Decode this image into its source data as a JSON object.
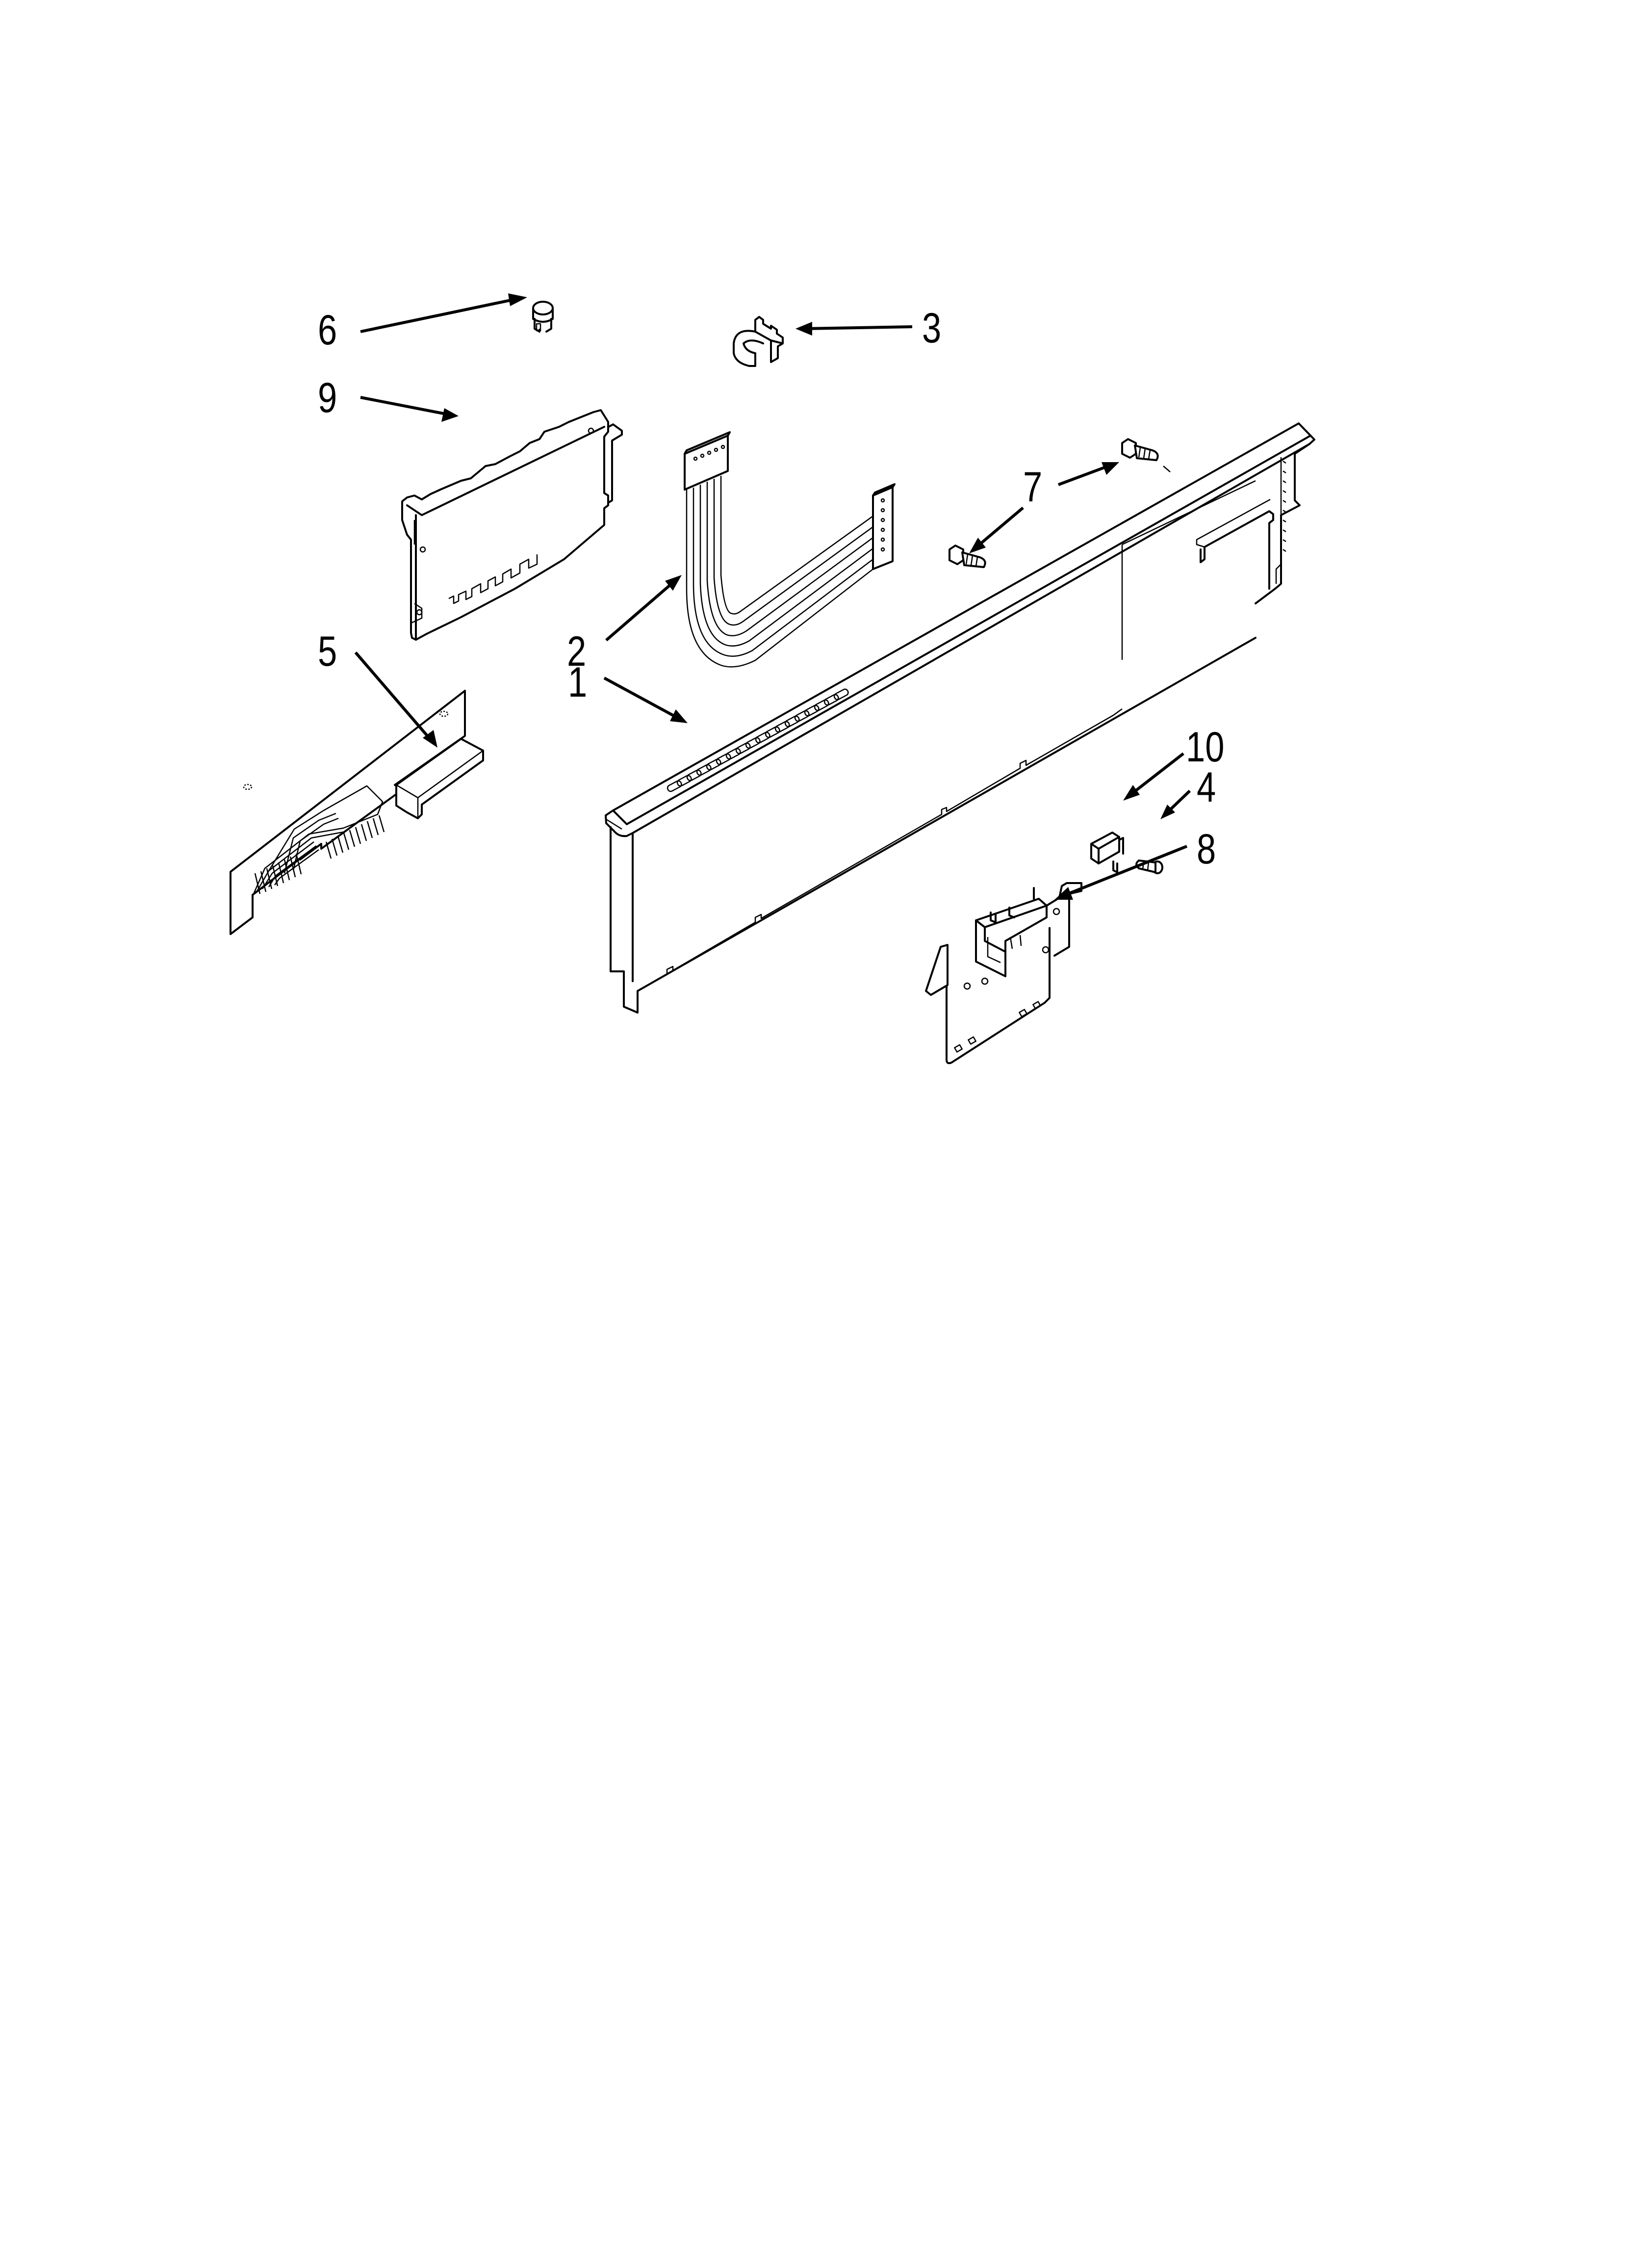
{
  "diagram": {
    "type": "exploded-parts-diagram",
    "background_color": "#ffffff",
    "line_color": "#000000",
    "callouts": [
      {
        "id": "1",
        "label": "1",
        "part": "control-panel-console"
      },
      {
        "id": "2",
        "label": "2",
        "part": "ribbon-cable-harness"
      },
      {
        "id": "3",
        "label": "3",
        "part": "wire-clip"
      },
      {
        "id": "4",
        "label": "4",
        "part": "screw-small"
      },
      {
        "id": "5",
        "label": "5",
        "part": "user-interface-board"
      },
      {
        "id": "6",
        "label": "6",
        "part": "thermal-fuse"
      },
      {
        "id": "7",
        "label": "7",
        "part": "screw-mounting"
      },
      {
        "id": "8",
        "label": "8",
        "part": "door-latch-assembly"
      },
      {
        "id": "9",
        "label": "9",
        "part": "electronic-control-board"
      },
      {
        "id": "10",
        "label": "10",
        "part": "door-switch"
      }
    ]
  }
}
